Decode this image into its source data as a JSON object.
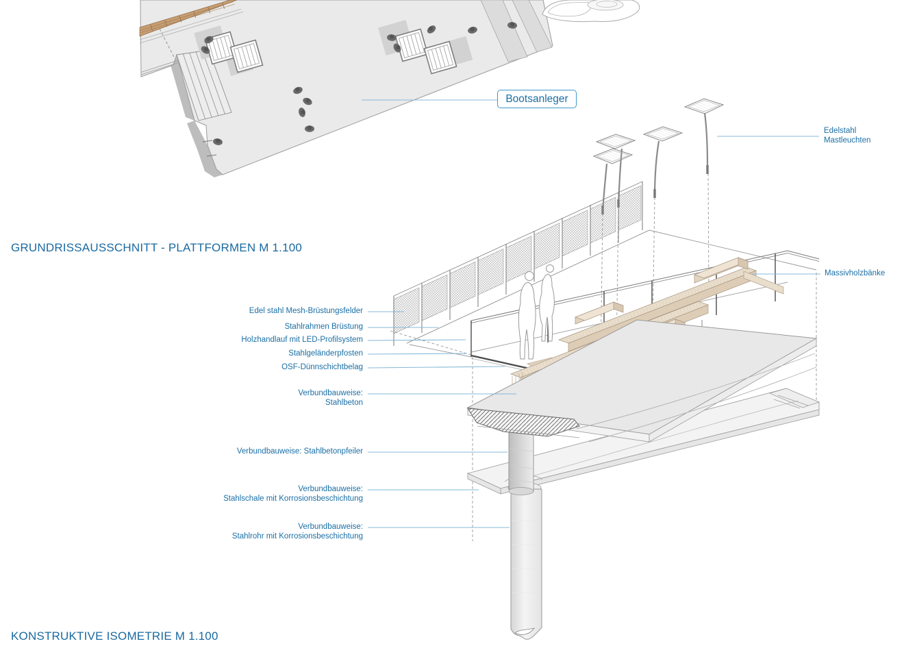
{
  "plan_section": {
    "title": "GRUNDRISSAUSSCHNITT - PLATTFORMEN M 1.100",
    "callout": "Bootsanleger"
  },
  "iso_section": {
    "title": "KONSTRUKTIVE ISOMETRIE M 1.100",
    "labels": {
      "mastleuchten": {
        "line1": "Edelstahl",
        "line2": "Mastleuchten"
      },
      "massivholzbaenke": "Massivholzbänke",
      "mesh": "Edel stahl Mesh-Brüstungsfelder",
      "stahlrahmen": "Stahlrahmen Brüstung",
      "holzhandlauf": "Holzhandlauf mit LED-Profilsystem",
      "pfosten": "Stahlgeländerpfosten",
      "osf": "OSF-Dünnschichtbelag",
      "stahlbeton": {
        "line1": "Verbundbauweise:",
        "line2": "Stahlbeton"
      },
      "pfeiler": "Verbundbauweise: Stahlbetonpfeiler",
      "stahlschale": {
        "line1": "Verbundbauweise:",
        "line2": "Stahlschale mit Korrosionsbeschichtung"
      },
      "stahlrohr": {
        "line1": "Verbundbauweise:",
        "line2": "Stahlrohr mit Korrosionsbeschichtung"
      }
    }
  },
  "colors": {
    "label_blue": "#1a6fa5",
    "title_blue": "#19699f",
    "leader_blue": "#86b8d8",
    "callout_border": "#3f98c8",
    "wood": "#c79d72",
    "bench_wood": "#e9ddcb",
    "platform_gray": "#eaeaea"
  }
}
